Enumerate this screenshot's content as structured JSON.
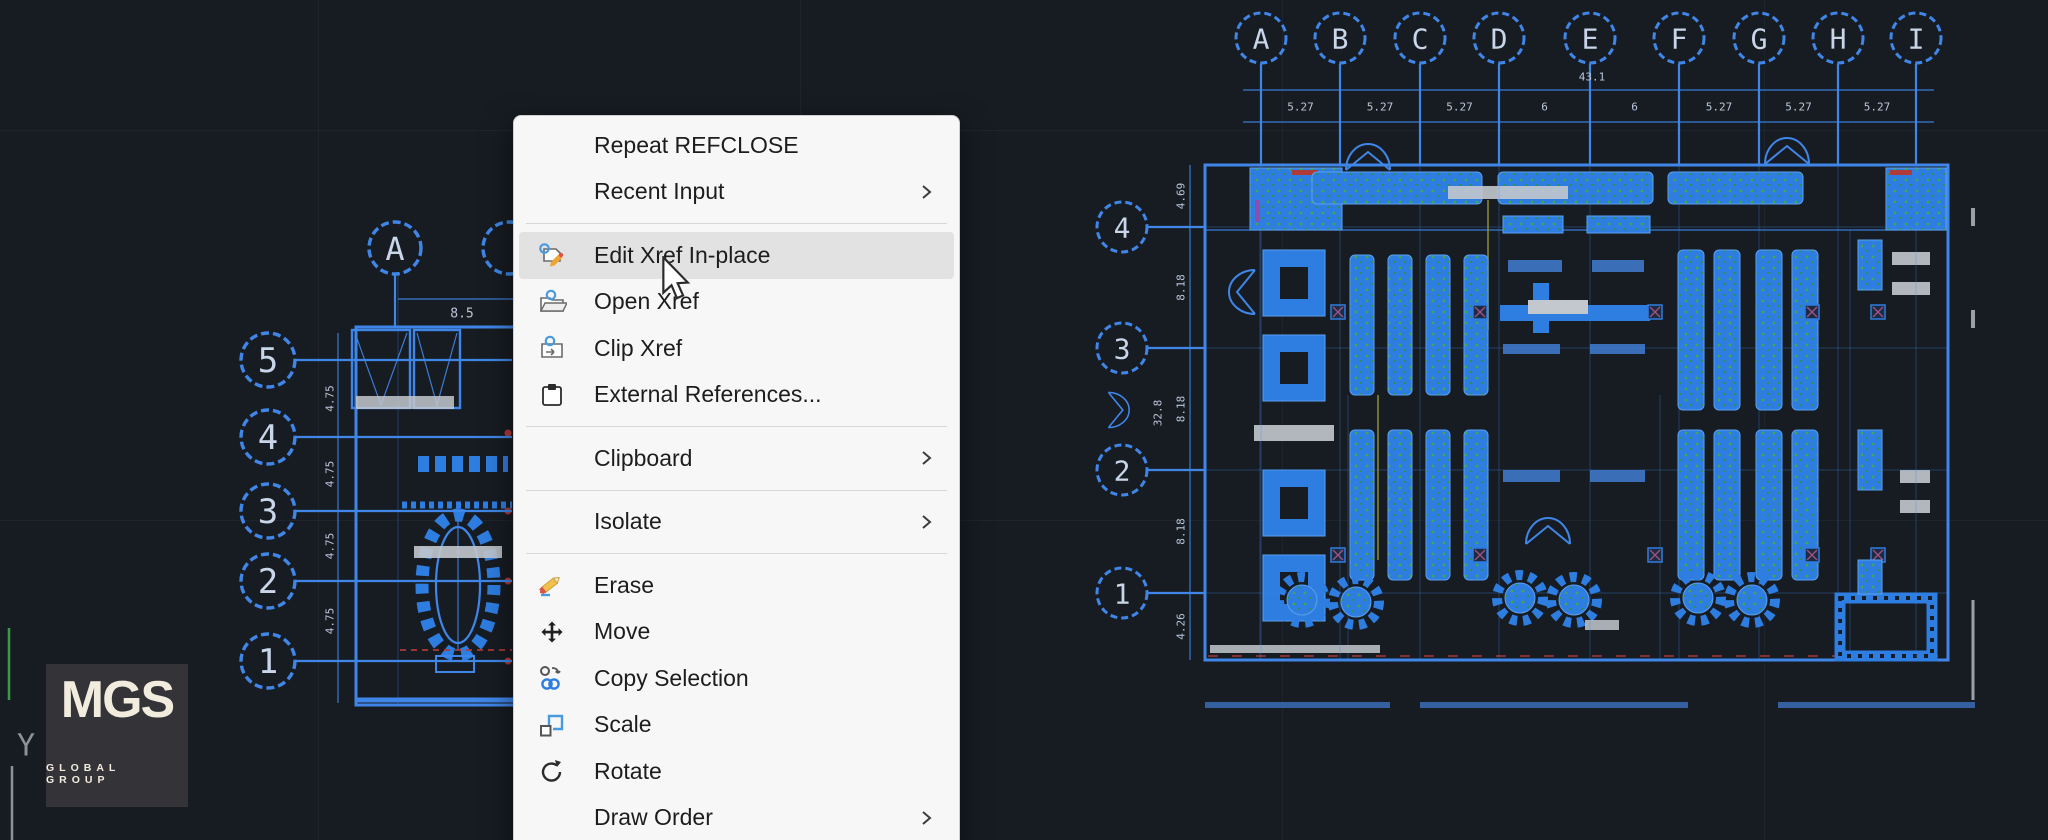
{
  "colors": {
    "canvas_bg": "#171c22",
    "cad_blue": "#3f86e8",
    "furniture_blue": "#2e7de0",
    "light_gray": "#c3c8ce",
    "accent_red": "#b03a37",
    "axis_green": "#3b9a46",
    "menu_bg": "#f7f7f7",
    "menu_highlight": "#e2e2e2",
    "menu_text": "#1d1d1d",
    "logo_bg": "#343438",
    "logo_text": "#f2ecdf"
  },
  "context_menu": {
    "items": [
      {
        "type": "item",
        "label": "Repeat REFCLOSE"
      },
      {
        "type": "item",
        "label": "Recent Input",
        "submenu": true
      },
      {
        "type": "separator"
      },
      {
        "type": "item",
        "label": "Edit Xref In-place",
        "icon": "edit-xref",
        "highlighted": true
      },
      {
        "type": "item",
        "label": "Open Xref",
        "icon": "open-xref"
      },
      {
        "type": "item",
        "label": "Clip Xref",
        "icon": "clip-xref"
      },
      {
        "type": "item",
        "label": "External References...",
        "icon": "external-references"
      },
      {
        "type": "separator"
      },
      {
        "type": "item",
        "label": "Clipboard",
        "submenu": true
      },
      {
        "type": "separator"
      },
      {
        "type": "item",
        "label": "Isolate",
        "submenu": true
      },
      {
        "type": "separator"
      },
      {
        "type": "item",
        "label": "Erase",
        "icon": "erase"
      },
      {
        "type": "item",
        "label": "Move",
        "icon": "move"
      },
      {
        "type": "item",
        "label": "Copy Selection",
        "icon": "copy-selection"
      },
      {
        "type": "item",
        "label": "Scale",
        "icon": "scale"
      },
      {
        "type": "item",
        "label": "Rotate",
        "icon": "rotate"
      },
      {
        "type": "item",
        "label": "Draw Order",
        "submenu": true
      }
    ]
  },
  "left_plan": {
    "column_bubbles": [
      "A"
    ],
    "row_bubbles": [
      "5",
      "4",
      "3",
      "2",
      "1"
    ],
    "row_dim_labels": [
      "4.75",
      "4.75",
      "4.75",
      "4.75"
    ],
    "top_dim_label": "8.5"
  },
  "right_plan": {
    "column_bubbles": [
      "A",
      "B",
      "C",
      "D",
      "E",
      "F",
      "G",
      "H",
      "I"
    ],
    "column_dim_labels": [
      "5.27",
      "5.27",
      "5.27",
      "6",
      "6",
      "5.27",
      "5.27",
      "5.27"
    ],
    "column_total_label": "43.1",
    "row_bubbles": [
      "4",
      "3",
      "2",
      "1"
    ],
    "row_dim_labels": [
      "4.69",
      "8.18",
      "8.18",
      "8.18",
      "4.26"
    ],
    "row_total_label": "32.8"
  },
  "watermark": {
    "title": "MGS",
    "subtitle": "GLOBAL GROUP"
  },
  "ucs": {
    "y_axis_label": "Y"
  }
}
